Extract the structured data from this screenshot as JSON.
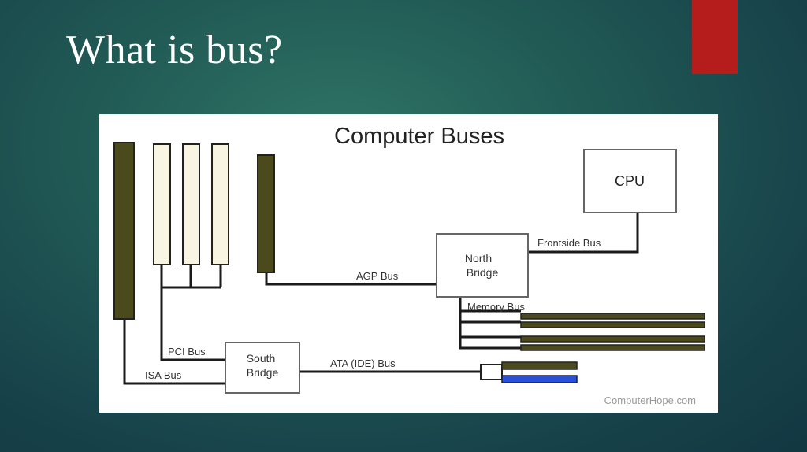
{
  "slide": {
    "title": "What is bus?",
    "accent_color": "#b51c1c"
  },
  "diagram": {
    "title": "Computer Buses",
    "credit": "ComputerHope.com",
    "nodes": {
      "cpu": "CPU",
      "north_bridge_line1": "North",
      "north_bridge_line2": "Bridge",
      "south_bridge_line1": "South",
      "south_bridge_line2": "Bridge"
    },
    "buses": {
      "frontside": "Frontside Bus",
      "agp": "AGP Bus",
      "memory": "Memory Bus",
      "pci": "PCI Bus",
      "isa": "ISA Bus",
      "ata": "ATA (IDE) Bus"
    },
    "colors": {
      "isa_slot": "#4b4a1c",
      "pci_slot": "#f8f6e2",
      "agp_slot": "#4b4a1c",
      "memory_module": "#4b4a1c",
      "ata_device_1": "#4b4a1c",
      "ata_device_2": "#2a4fd8",
      "line": "#1a1a1a"
    }
  }
}
